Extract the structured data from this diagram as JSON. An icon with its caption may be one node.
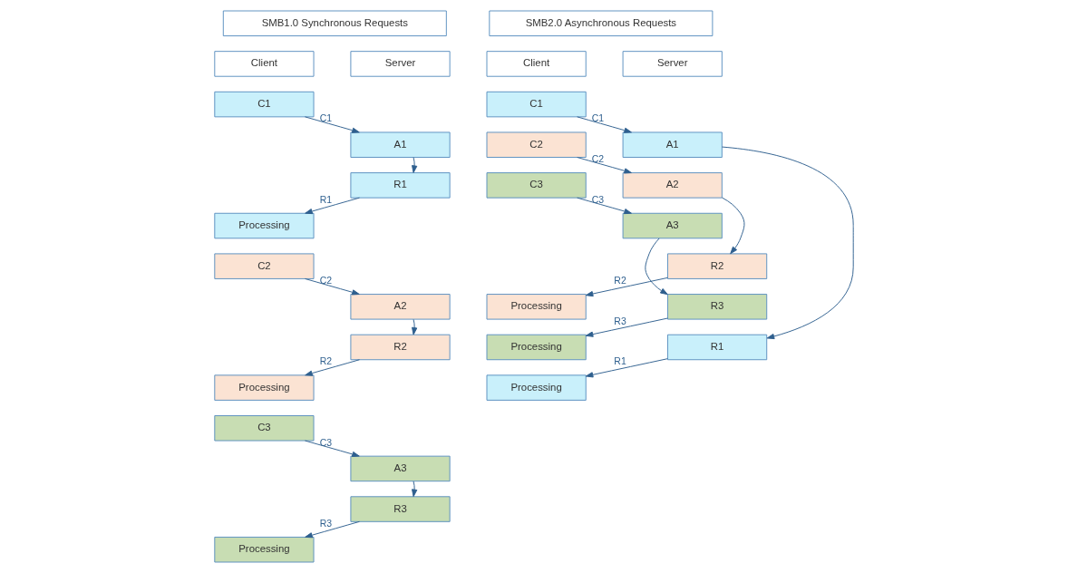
{
  "diagram": {
    "nodes": [
      {
        "text": [
          "SMB1.0 Synchronous Requests"
        ]
      },
      {
        "text": [
          "Client"
        ]
      },
      {
        "text": [
          "Server"
        ]
      },
      {
        "text": [
          "C1"
        ]
      },
      {
        "text": [
          "A1"
        ]
      },
      {
        "text": [
          "R1"
        ]
      },
      {
        "text": [
          "Processing"
        ]
      },
      {
        "text": [
          "C2"
        ]
      },
      {
        "text": [
          "A2"
        ]
      },
      {
        "text": [
          "R2"
        ]
      },
      {
        "text": [
          "Processing"
        ]
      },
      {
        "text": [
          "C3"
        ]
      },
      {
        "text": [
          "A3"
        ]
      },
      {
        "text": [
          "R3"
        ]
      },
      {
        "text": [
          "Processing"
        ]
      },
      {
        "text": [
          "SMB2.0 Asynchronous Requests"
        ]
      },
      {
        "text": [
          "Client"
        ]
      },
      {
        "text": [
          "Server"
        ]
      },
      {
        "text": [
          "C1"
        ]
      },
      {
        "text": [
          "C2"
        ]
      },
      {
        "text": [
          "C3"
        ]
      },
      {
        "text": [
          "A1"
        ]
      },
      {
        "text": [
          "A2"
        ]
      },
      {
        "text": [
          "A3"
        ]
      },
      {
        "text": [
          "R2"
        ]
      },
      {
        "text": [
          "R3"
        ]
      },
      {
        "text": [
          "R1"
        ]
      },
      {
        "text": [
          "Processing"
        ]
      },
      {
        "text": [
          "Processing"
        ]
      },
      {
        "text": [
          "Processing"
        ]
      }
    ],
    "edges": [
      {
        "from": 3,
        "to": 4,
        "arrow": "to",
        "label": "C1"
      },
      {
        "from": 4,
        "to": 5,
        "arrow": "to"
      },
      {
        "from": 5,
        "to": 6,
        "arrow": "to",
        "label": "R1"
      },
      {
        "from": 7,
        "to": 8,
        "arrow": "to",
        "label": "C2"
      },
      {
        "from": 8,
        "to": 9,
        "arrow": "to"
      },
      {
        "from": 9,
        "to": 10,
        "arrow": "to",
        "label": "R2"
      },
      {
        "from": 11,
        "to": 12,
        "arrow": "to",
        "label": "C3"
      },
      {
        "from": 12,
        "to": 13,
        "arrow": "to"
      },
      {
        "from": 13,
        "to": 14,
        "arrow": "to",
        "label": "R3"
      },
      {
        "from": 18,
        "to": 21,
        "arrow": "to",
        "label": "C1"
      },
      {
        "from": 19,
        "to": 22,
        "arrow": "to",
        "label": "C2"
      },
      {
        "from": 20,
        "to": 23,
        "arrow": "to",
        "label": "C3"
      },
      {
        "from": 21,
        "to": 26,
        "arrow": "to"
      },
      {
        "from": 22,
        "to": 24,
        "arrow": "to"
      },
      {
        "from": 23,
        "to": 25,
        "arrow": "to"
      },
      {
        "from": 24,
        "to": 27,
        "arrow": "to",
        "label": "R2"
      },
      {
        "from": 25,
        "to": 28,
        "arrow": "to",
        "label": "R3"
      },
      {
        "from": 26,
        "to": 29,
        "arrow": "to",
        "label": "R1"
      }
    ]
  }
}
